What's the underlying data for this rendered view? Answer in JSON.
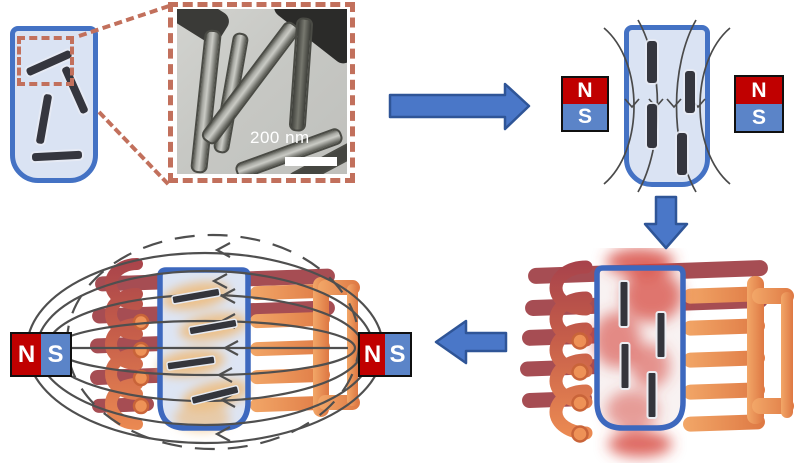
{
  "figure": {
    "tem": {
      "scale_label": "200 nm"
    },
    "magnets": [
      {
        "name": "alignment-magnet-left",
        "orientation": "vertical",
        "poles": [
          "N",
          "S"
        ]
      },
      {
        "name": "alignment-magnet-right",
        "orientation": "vertical",
        "poles": [
          "N",
          "S"
        ]
      },
      {
        "name": "bias-magnet-left",
        "orientation": "horizontal",
        "poles": [
          "N",
          "S"
        ]
      },
      {
        "name": "bias-magnet-right",
        "orientation": "horizontal",
        "poles": [
          "N",
          "S"
        ]
      }
    ],
    "colors": {
      "accent_blue": "#4472C4",
      "arrow_fill": "#4A77C8",
      "vial_fill": "#DAE3F3",
      "magnet_red": "#C00000",
      "magnet_blue": "#5B84C8",
      "coil_orange": "#EC8B52",
      "coil_back_red": "#A64D53",
      "heat_glow_red": "#D6453C",
      "rod_halo_orange": "#EDBD80",
      "nanorod_dark": "#35363E",
      "zoom_dash": "#C2705C",
      "field_line_gray": "#4F4F4F"
    }
  }
}
